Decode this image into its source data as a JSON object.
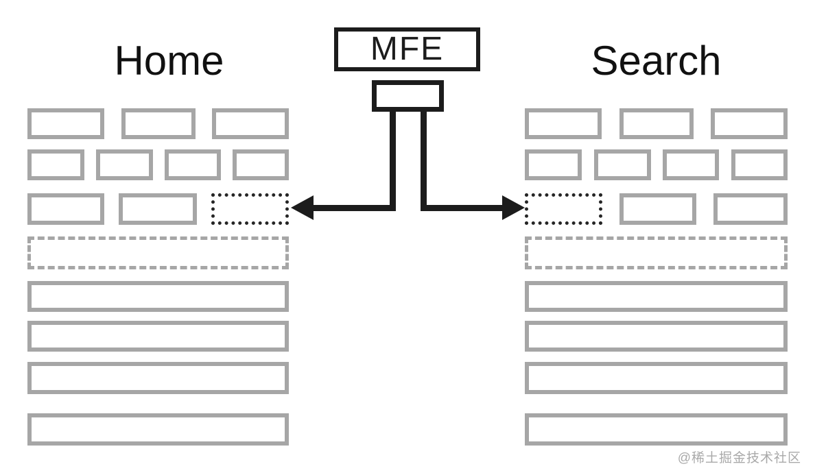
{
  "diagram": {
    "mfe_label": "MFE",
    "pages": [
      {
        "id": "home",
        "title": "Home",
        "mfe_slot_position": "row-3-right"
      },
      {
        "id": "search",
        "title": "Search",
        "mfe_slot_position": "row-3-left"
      }
    ],
    "watermark": "@稀土掘金技术社区",
    "colors": {
      "background": "#ffffff",
      "wireframe_gray": "#a6a6a6",
      "line_black": "#1c1c1c",
      "watermark_gray": "#a9a9a9"
    }
  }
}
